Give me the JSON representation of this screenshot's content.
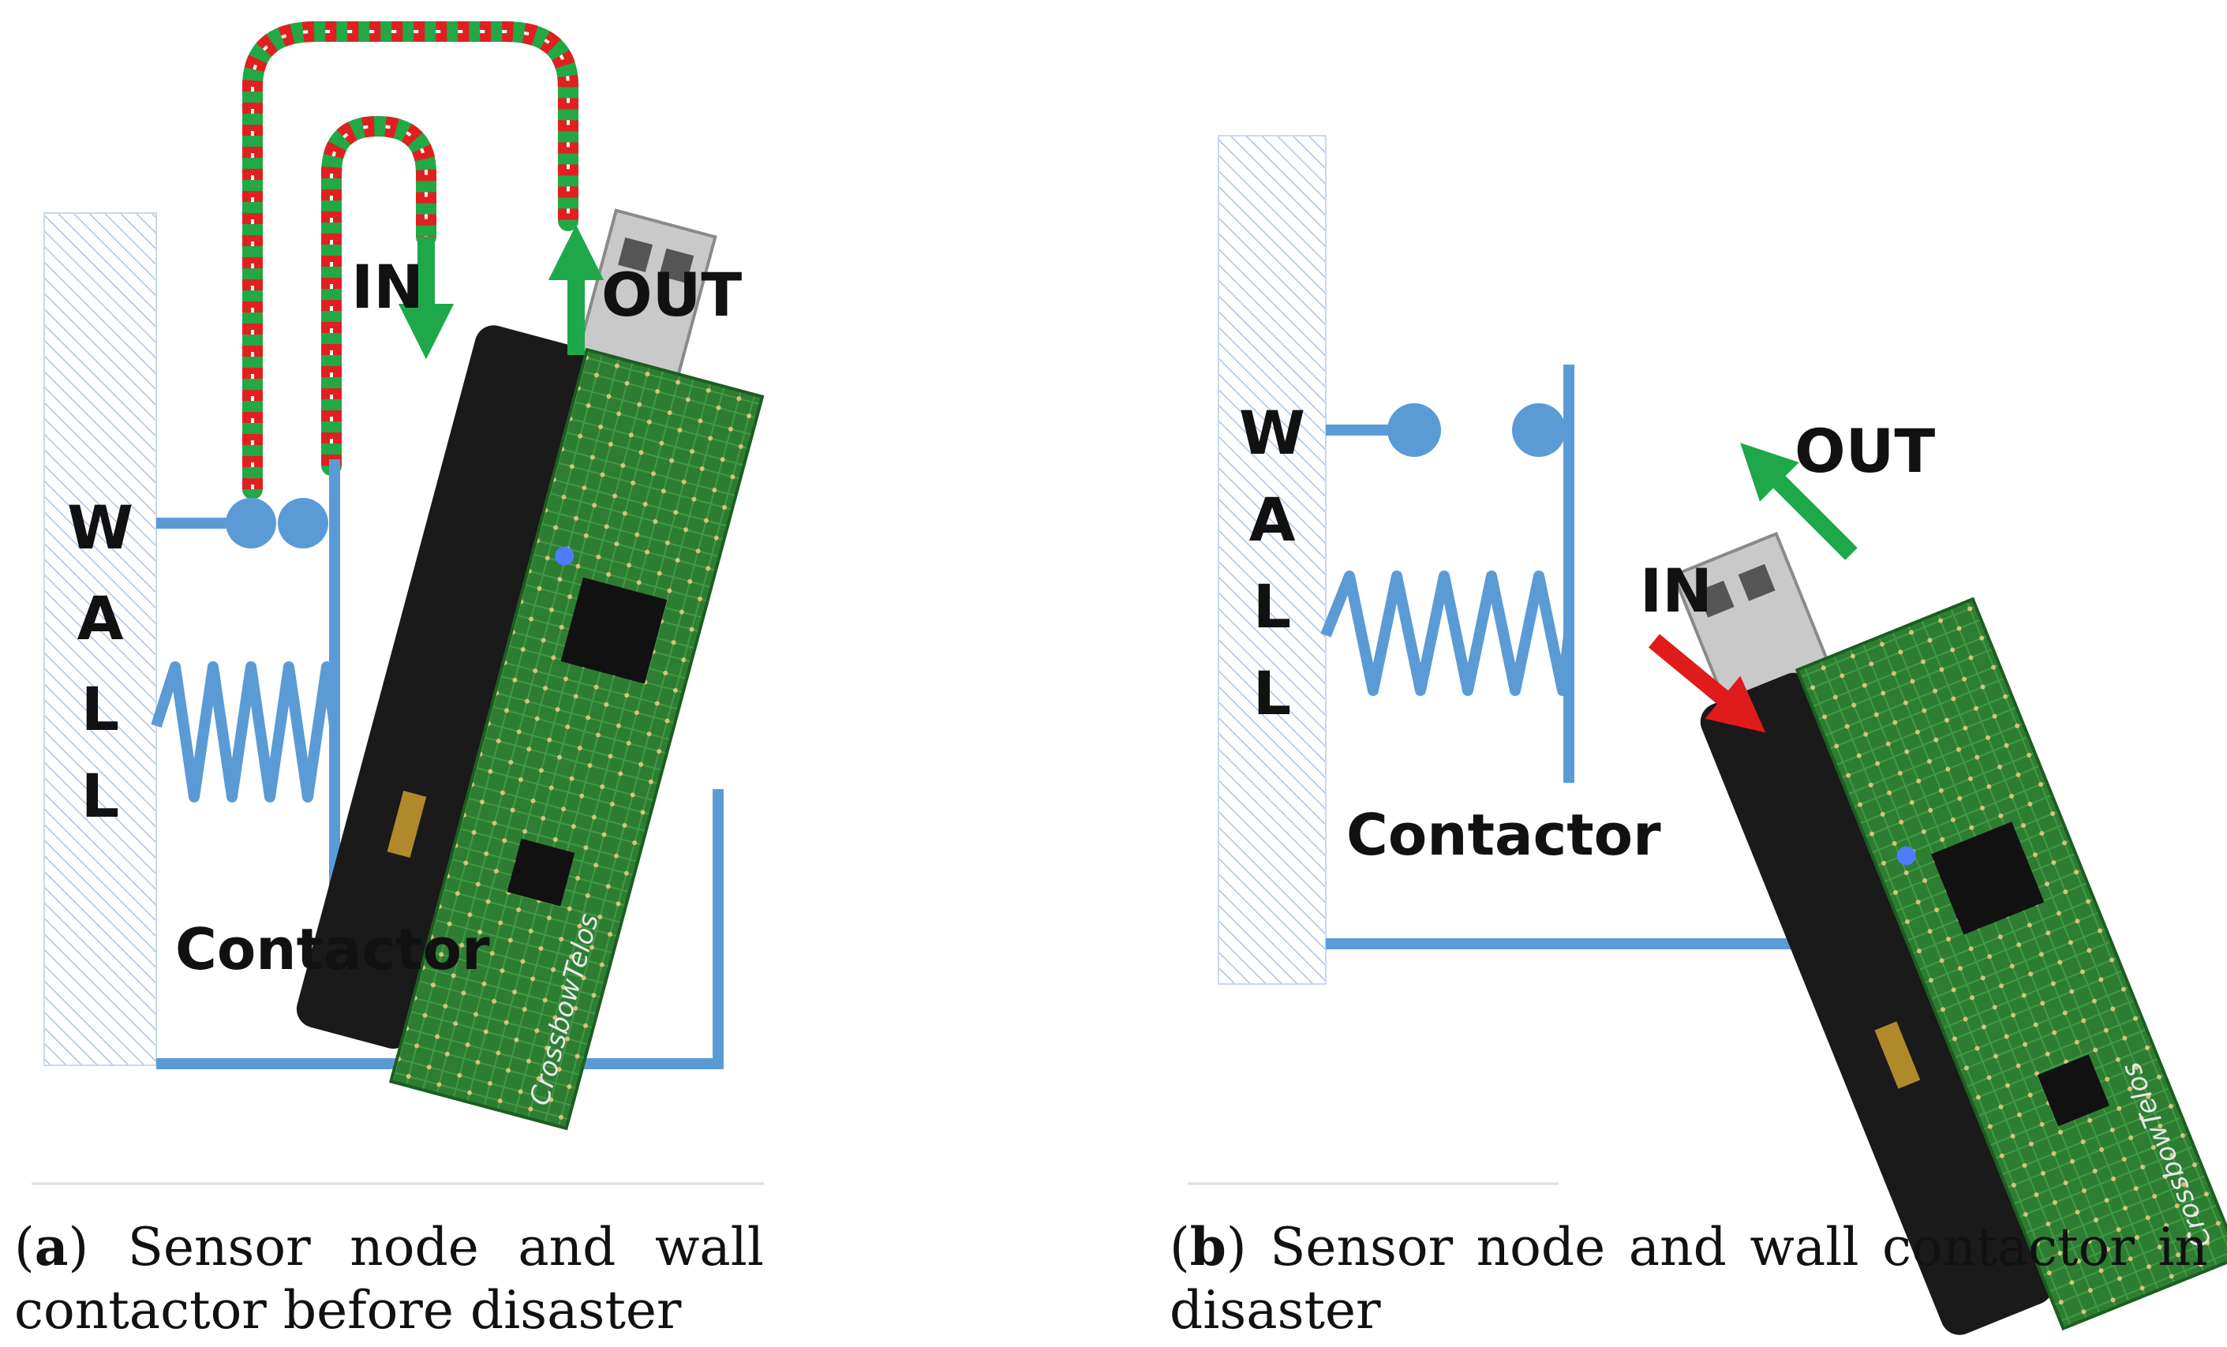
{
  "colors": {
    "wire_blue": "#5b9bd5",
    "arrow_green": "#1ea84a",
    "arrow_red": "#e01b1b",
    "cable_red": "#e02020",
    "cable_green": "#22a845",
    "wall_hatch": "#a9c4e6",
    "pcb_green": "#2e7d32",
    "case_black": "#1a1a1a",
    "usb_silver": "#c9c9c9"
  },
  "panel_a": {
    "wall_letters": [
      "W",
      "A",
      "L",
      "L"
    ],
    "in_label": "IN",
    "out_label": "OUT",
    "contactor_label": "Contactor",
    "board_brand": "CrossbowTelos",
    "caption": {
      "tag_open": "(",
      "tag_letter": "a",
      "tag_close": ")",
      "line1_words": [
        "Sensor",
        "node",
        "and",
        "wall"
      ],
      "line2": "contactor before disaster"
    }
  },
  "panel_b": {
    "wall_letters": [
      "W",
      "A",
      "L",
      "L"
    ],
    "in_label": "IN",
    "out_label": "OUT",
    "contactor_label": "Contactor",
    "board_brand": "CrossbowTelos",
    "caption": {
      "tag_open": "(",
      "tag_letter": "b",
      "tag_close": ")",
      "line1_words": [
        "Sensor",
        "node",
        "and",
        "wall",
        "contactor",
        "in"
      ],
      "line2": "disaster"
    }
  }
}
